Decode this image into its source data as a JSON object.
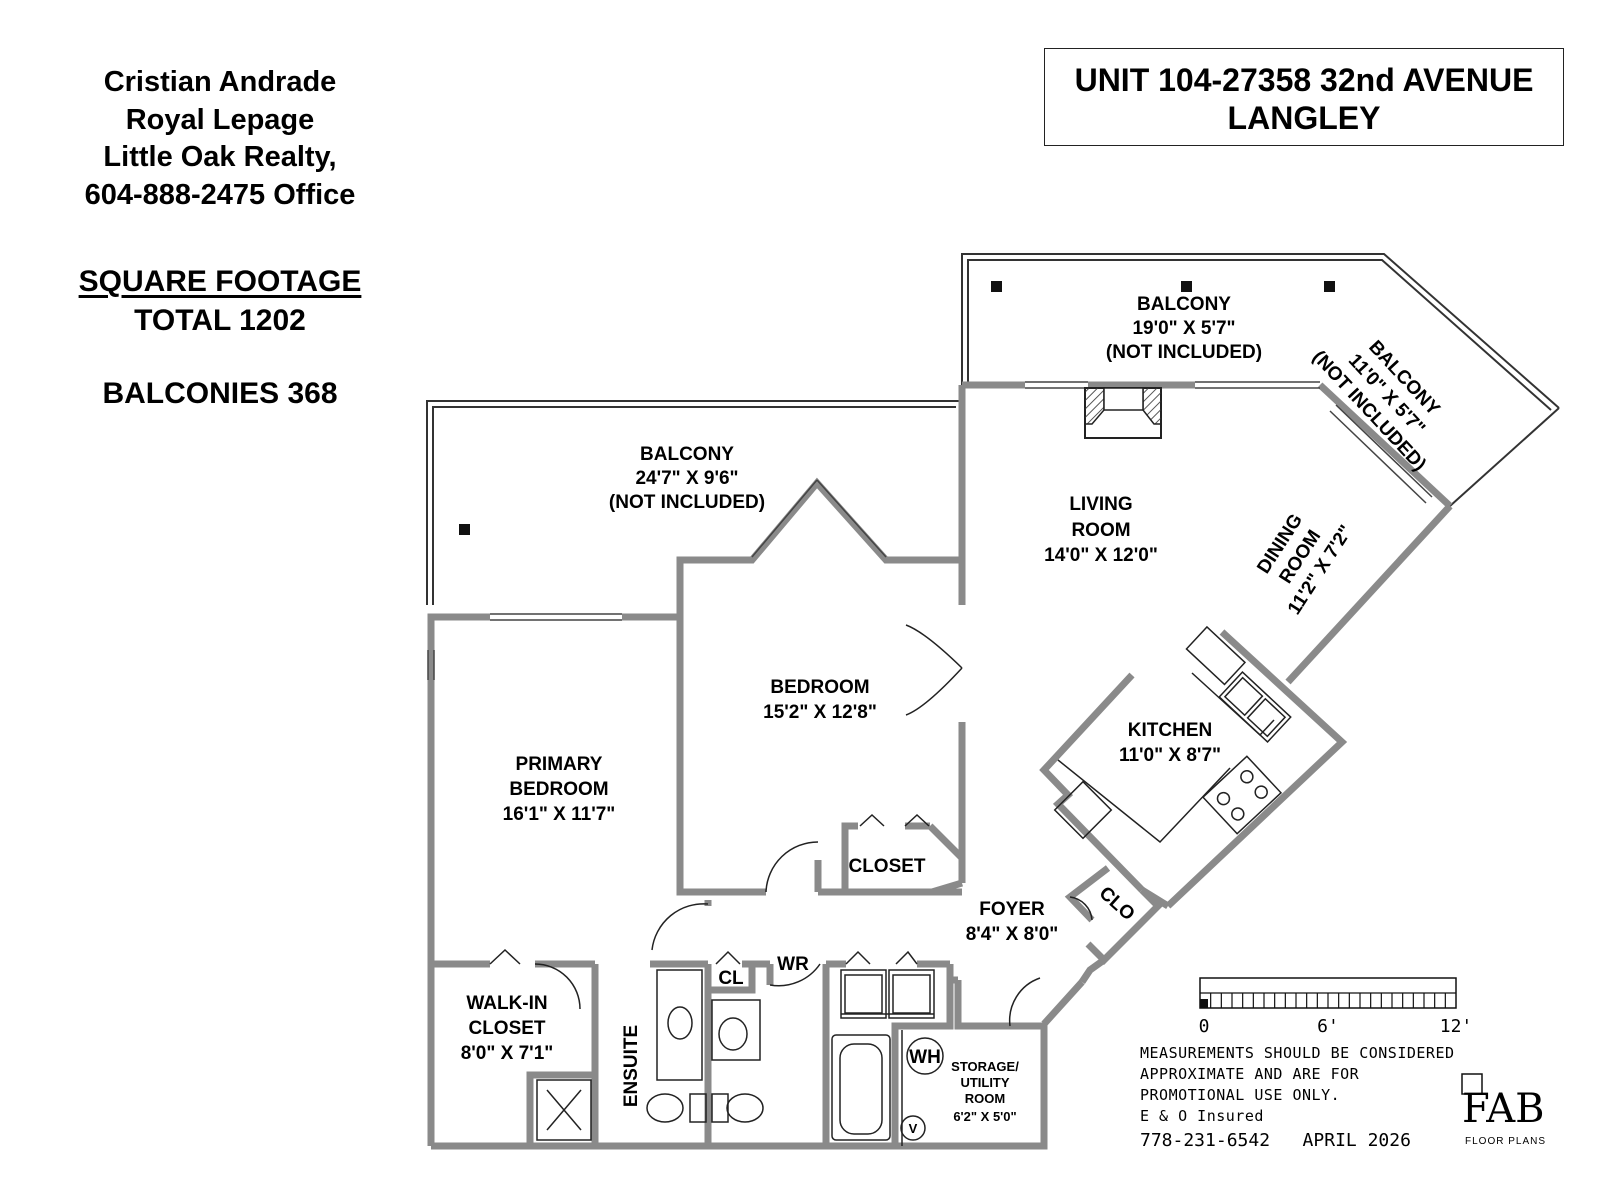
{
  "agent": {
    "name": "Cristian Andrade",
    "brokerage_line1": "Royal Lepage",
    "brokerage_line2": "Little Oak Realty,",
    "phone": "604-888-2475 Office"
  },
  "summary": {
    "heading": "SQUARE FOOTAGE",
    "total": "TOTAL 1202",
    "balconies": "BALCONIES 368"
  },
  "address": {
    "line1": "UNIT 104-27358 32nd AVENUE",
    "line2": "LANGLEY"
  },
  "rooms": {
    "balcony_top": {
      "name": "BALCONY",
      "dims": "19'0\" X 5'7\"",
      "note": "(NOT INCLUDED)"
    },
    "balcony_right": {
      "name": "BALCONY",
      "dims": "11'0\" X 5'7\"",
      "note": "(NOT INCLUDED)"
    },
    "balcony_left": {
      "name": "BALCONY",
      "dims": "24'7\" X 9'6\"",
      "note": "(NOT INCLUDED)"
    },
    "living": {
      "name1": "LIVING",
      "name2": "ROOM",
      "dims": "14'0\" X 12'0\""
    },
    "dining": {
      "name1": "DINING",
      "name2": "ROOM",
      "dims": "11'2\" X 7'2\""
    },
    "bedroom": {
      "name": "BEDROOM",
      "dims": "15'2\" X 12'8\""
    },
    "primary": {
      "name1": "PRIMARY",
      "name2": "BEDROOM",
      "dims": "16'1\" X 11'7\""
    },
    "kitchen": {
      "name": "KITCHEN",
      "dims": "11'0\" X 8'7\""
    },
    "closet": {
      "name": "CLOSET"
    },
    "foyer": {
      "name": "FOYER",
      "dims": "8'4\" X 8'0\""
    },
    "clo": {
      "name": "CLO"
    },
    "walkin": {
      "name1": "WALK-IN",
      "name2": "CLOSET",
      "dims": "8'0\" X 7'1\""
    },
    "ensuite": {
      "name": "ENSUITE"
    },
    "cl": {
      "name": "CL"
    },
    "wr": {
      "name": "WR"
    },
    "wh": {
      "name": "WH"
    },
    "v": {
      "name": "V"
    },
    "storage": {
      "name1": "STORAGE/",
      "name2": "UTILITY",
      "name3": "ROOM",
      "dims": "6'2\" X 5'0\""
    }
  },
  "scale_bar": {
    "ticks": [
      "0",
      "6'",
      "12'"
    ]
  },
  "disclaimer": {
    "line1": "MEASUREMENTS SHOULD BE CONSIDERED",
    "line2": "APPROXIMATE AND ARE FOR",
    "line3": "PROMOTIONAL USE ONLY.",
    "line4": "E & O Insured",
    "phone_date": "778-231-6542   APRIL 2026"
  },
  "logo": {
    "mark": "FAB",
    "sub": "FLOOR PLANS"
  }
}
